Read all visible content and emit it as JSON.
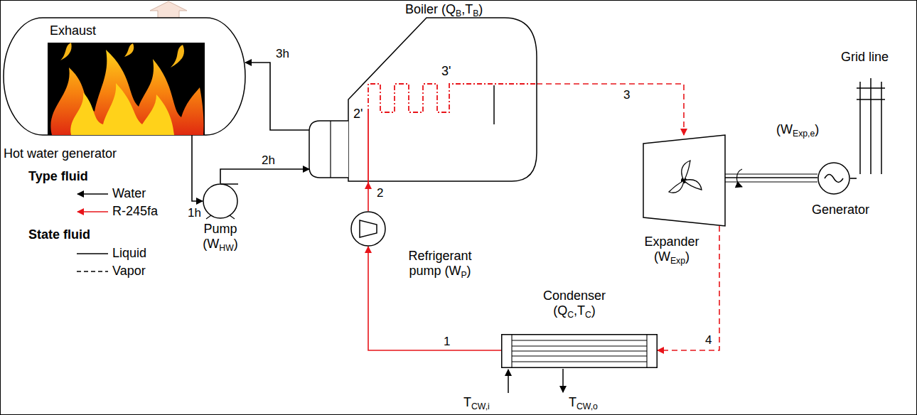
{
  "diagram": {
    "nodes": [
      {
        "text": [
          "Exhaust",
          "Hot water generator"
        ]
      },
      {
        "text": [
          "Pump (WHW)"
        ]
      },
      {
        "text": [
          "Boiler (QB,TB)"
        ]
      },
      {
        "text": [
          "Refrigerant pump (WP)"
        ]
      },
      {
        "text": [
          "Expander (WExp)"
        ]
      },
      {
        "text": [
          "(WExp,e)",
          "Generator"
        ]
      },
      {
        "text": [
          "Grid line"
        ]
      },
      {
        "text": [
          "Condenser (QC,TC)"
        ]
      }
    ],
    "edges": [
      {
        "from": 0,
        "to": 1,
        "arrow": "to",
        "label": "1h"
      },
      {
        "from": 1,
        "to": 2,
        "arrow": "to",
        "label": "2h"
      },
      {
        "from": 2,
        "to": 0,
        "arrow": "to",
        "label": "3h"
      },
      {
        "from": 7,
        "to": 3,
        "arrow": "to",
        "label": "1"
      },
      {
        "from": 3,
        "to": 2,
        "arrow": "to",
        "label": "2"
      },
      {
        "from": 2,
        "to": 4,
        "arrow": "to",
        "label": "3"
      },
      {
        "from": 4,
        "to": 7,
        "arrow": "to",
        "label": "4"
      },
      {
        "from": 4,
        "to": 5,
        "arrow": "none"
      },
      {
        "from": 5,
        "to": 6,
        "arrow": "none"
      }
    ],
    "labels": [
      "2'",
      "3'",
      "TCW,i",
      "TCW,o",
      "Type fluid",
      "State fluid"
    ],
    "legend": [
      {
        "text": "Water"
      },
      {
        "text": "R-245fa"
      },
      {
        "text": "Liquid"
      },
      {
        "text": "Vapor"
      }
    ]
  }
}
